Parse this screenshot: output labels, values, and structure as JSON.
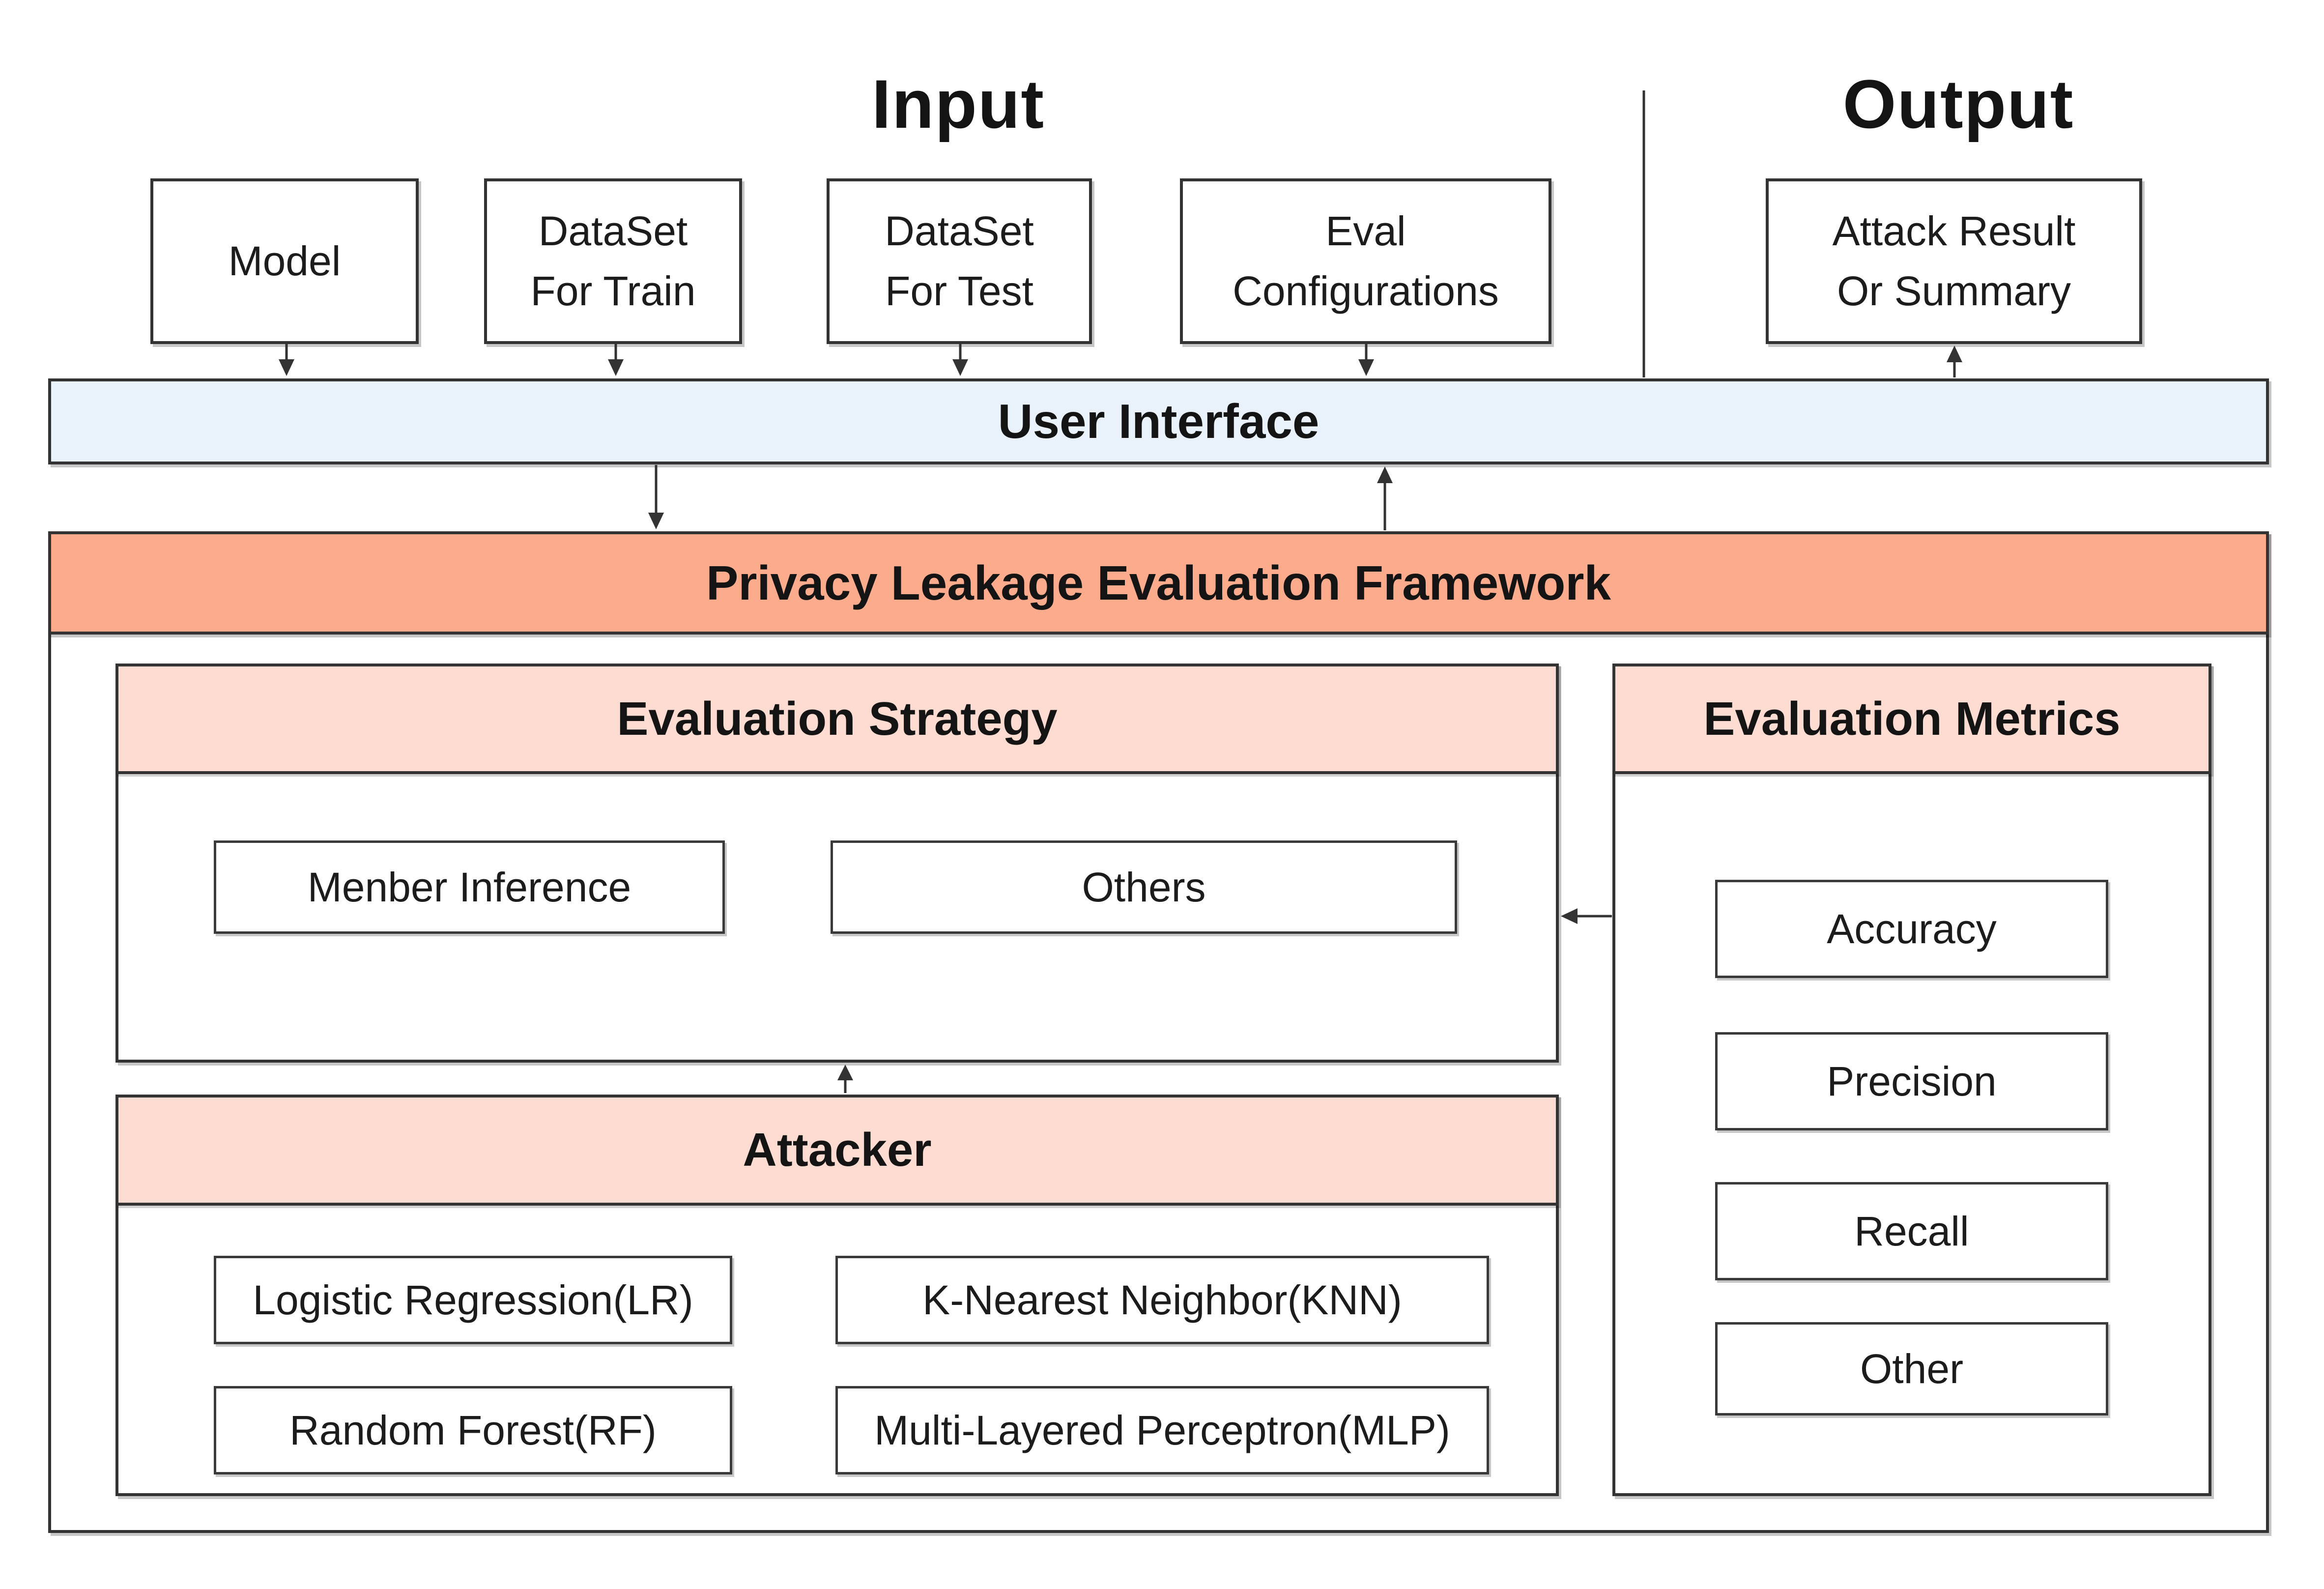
{
  "titles": {
    "input": "Input",
    "output": "Output"
  },
  "input_section": {
    "boxes": [
      {
        "label": "Model"
      },
      {
        "label": "DataSet\nFor Train"
      },
      {
        "label": "DataSet\nFor Test"
      },
      {
        "label": "Eval\nConfigurations"
      }
    ]
  },
  "output_section": {
    "boxes": [
      {
        "label": "Attack Result\nOr Summary"
      }
    ]
  },
  "user_interface": {
    "label": "User Interface"
  },
  "framework": {
    "title": "Privacy Leakage Evaluation Framework"
  },
  "evaluation_strategy": {
    "title": "Evaluation Strategy",
    "boxes": [
      {
        "label": "Menber Inference"
      },
      {
        "label": "Others"
      }
    ]
  },
  "attacker": {
    "title": "Attacker",
    "boxes": [
      {
        "label": "Logistic Regression(LR)"
      },
      {
        "label": "K-Nearest Neighbor(KNN)"
      },
      {
        "label": "Random Forest(RF)"
      },
      {
        "label": "Multi-Layered Perceptron(MLP)"
      }
    ]
  },
  "evaluation_metrics": {
    "title": "Evaluation Metrics",
    "boxes": [
      {
        "label": "Accuracy"
      },
      {
        "label": "Precision"
      },
      {
        "label": "Recall"
      },
      {
        "label": "Other"
      }
    ]
  },
  "colors": {
    "user_interface_fill": "#e9f1fb",
    "framework_fill": "#fcab8c",
    "section_header_fill": "#ffdcd1",
    "border": "#333333"
  }
}
